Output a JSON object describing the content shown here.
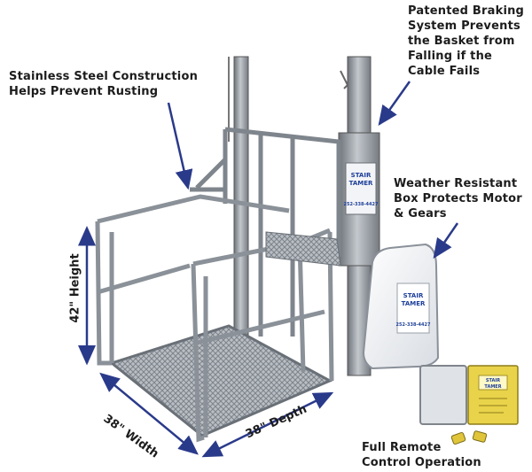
{
  "callouts": {
    "stainless": "Stainless Steel Construction\nHelps Prevent Rusting",
    "braking": "Patented Braking\nSystem Prevents\nthe Basket from\nFalling if the\nCable Fails",
    "weather": "Weather Resistant\nBox Protects Motor\n& Gears",
    "remote": "Full Remote\nControl Operation"
  },
  "dimensions": {
    "height": "42\" Height",
    "width": "38\" Width",
    "depth": "38\" Depth"
  },
  "logo": {
    "brand_line1": "STAIR",
    "brand_line2": "TAMER",
    "phone": "252-338-4427"
  },
  "colors": {
    "steel": "#9aa0a6",
    "steel_dark": "#5e646b",
    "arrow": "#2a3a8a",
    "box": "#f4f6fa",
    "remote_panel": "#e9d34a"
  }
}
